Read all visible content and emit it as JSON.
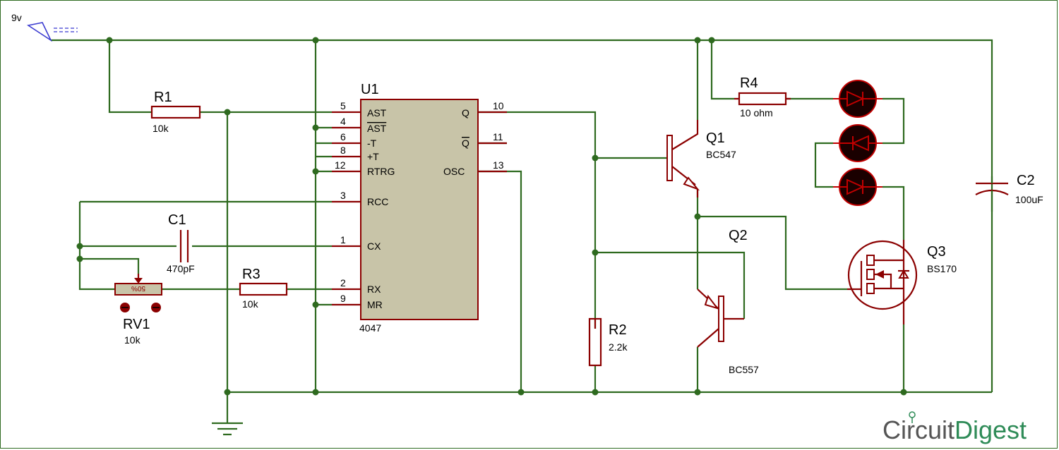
{
  "supply": {
    "label": "9v"
  },
  "ic": {
    "ref": "U1",
    "part": "4047",
    "color": "#c8c4a8",
    "pins_left": [
      {
        "num": "5",
        "name": "AST"
      },
      {
        "num": "4",
        "name": "AST"
      },
      {
        "num": "6",
        "name": "-T"
      },
      {
        "num": "8",
        "name": "+T"
      },
      {
        "num": "12",
        "name": "RTRG"
      },
      {
        "num": "3",
        "name": "RCC"
      },
      {
        "num": "1",
        "name": "CX"
      },
      {
        "num": "2",
        "name": "RX"
      },
      {
        "num": "9",
        "name": "MR"
      }
    ],
    "pins_right": [
      {
        "num": "10",
        "name": "Q"
      },
      {
        "num": "11",
        "name": "Q"
      },
      {
        "num": "13",
        "name": "OSC"
      }
    ]
  },
  "components": {
    "r1": {
      "ref": "R1",
      "value": "10k"
    },
    "r2": {
      "ref": "R2",
      "value": "2.2k"
    },
    "r3": {
      "ref": "R3",
      "value": "10k"
    },
    "r4": {
      "ref": "R4",
      "value": "10 ohm"
    },
    "c1": {
      "ref": "C1",
      "value": "470pF"
    },
    "c2": {
      "ref": "C2",
      "value": "100uF"
    },
    "rv1": {
      "ref": "RV1",
      "value": "10k",
      "wiper": "50%"
    },
    "q1": {
      "ref": "Q1",
      "value": "BC547"
    },
    "q2": {
      "ref": "Q2",
      "value": "BC557"
    },
    "q3": {
      "ref": "Q3",
      "value": "BS170"
    }
  },
  "brand": {
    "part1": "Circuit",
    "part2": "Digest",
    "color1": "#555555",
    "color2": "#2e8b57"
  },
  "colors": {
    "wire": "#2e6a1f",
    "component": "#8b0000",
    "led_fill": "#1a0000",
    "led_ring": "#c00000"
  }
}
